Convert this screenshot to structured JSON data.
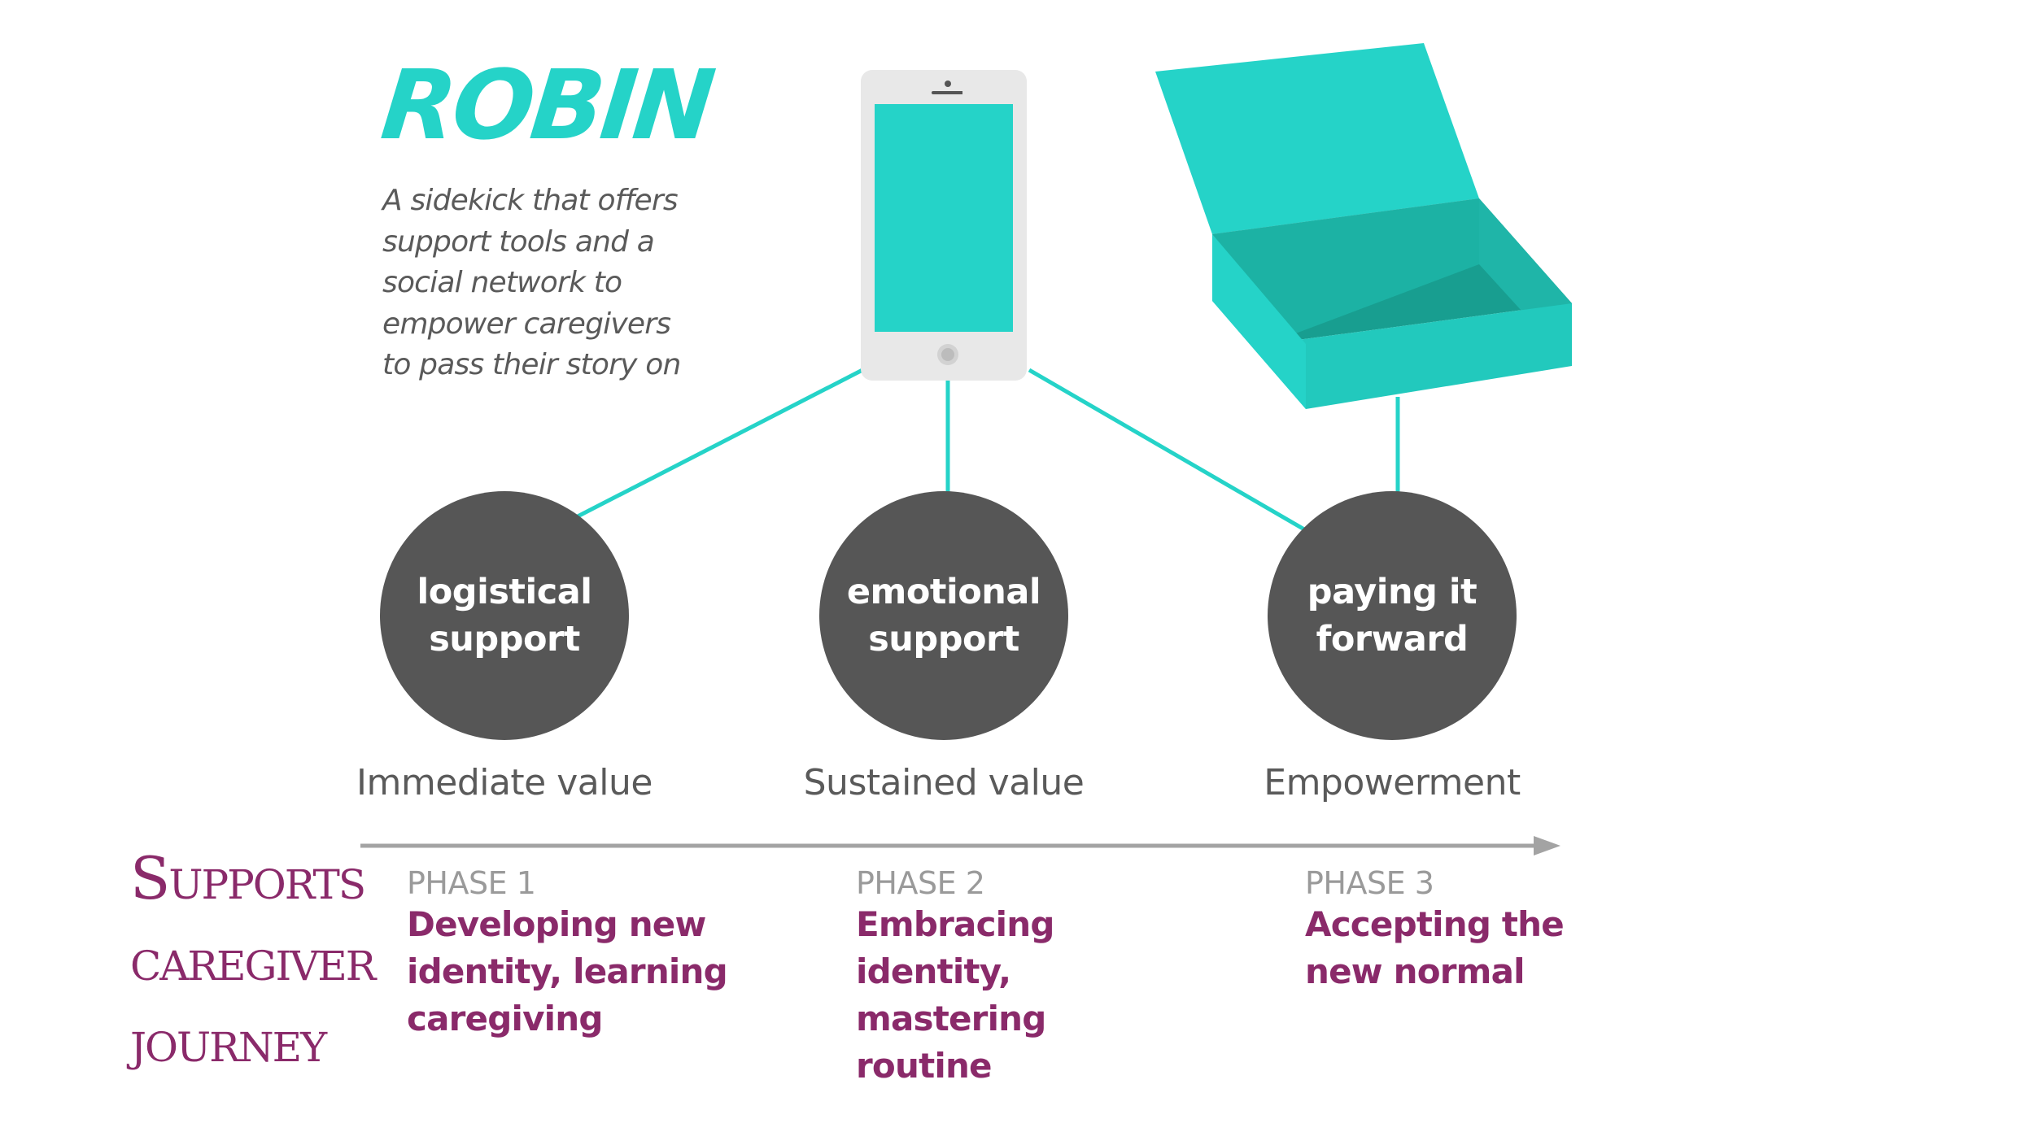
{
  "colors": {
    "accent": "#25d3c8",
    "circle": "#565656",
    "plum": "#8a2a6a",
    "grey_text": "#5a5a5a",
    "arrow": "#a3a3a3"
  },
  "brand": {
    "name": "ROBIN",
    "tagline_lines": [
      "A sidekick that offers",
      "support tools and a",
      "social network to",
      "empower caregivers",
      "to pass their story on"
    ]
  },
  "icons": [
    "smartphone-icon",
    "open-box-icon"
  ],
  "pillars": [
    {
      "lines": [
        "logistical",
        "support"
      ],
      "value": "Immediate value"
    },
    {
      "lines": [
        "emotional",
        "support"
      ],
      "value": "Sustained value"
    },
    {
      "lines": [
        "paying it",
        "forward"
      ],
      "value": "Empowerment"
    }
  ],
  "journey": {
    "lines": [
      "Supports",
      "caregiver",
      "journey"
    ]
  },
  "phases": [
    {
      "label": "PHASE 1",
      "desc_lines": [
        "Developing new",
        "identity, learning",
        "caregiving"
      ]
    },
    {
      "label": "PHASE 2",
      "desc_lines": [
        "Embracing",
        "identity,",
        "mastering",
        "routine"
      ]
    },
    {
      "label": "PHASE 3",
      "desc_lines": [
        "Accepting the",
        "new normal"
      ]
    }
  ]
}
